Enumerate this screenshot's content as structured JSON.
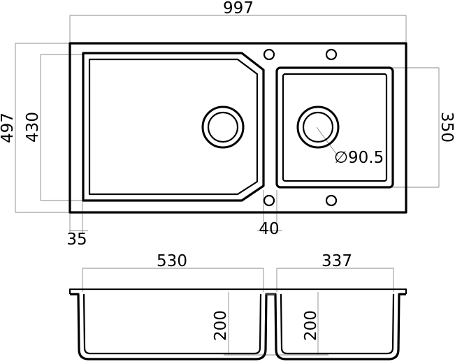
{
  "dimensions": {
    "overall_width": "997",
    "overall_depth": "497",
    "main_bowl_depth": "430",
    "small_bowl_depth": "350",
    "drain_diameter": "∅90.5",
    "rim_offset": "35",
    "divider_width": "40",
    "main_bowl_width": "530",
    "small_bowl_width": "337",
    "main_bowl_height": "200",
    "small_bowl_height": "200"
  },
  "colors": {
    "line": "#000000",
    "extension": "#8a8a8a",
    "background": "#ffffff"
  }
}
